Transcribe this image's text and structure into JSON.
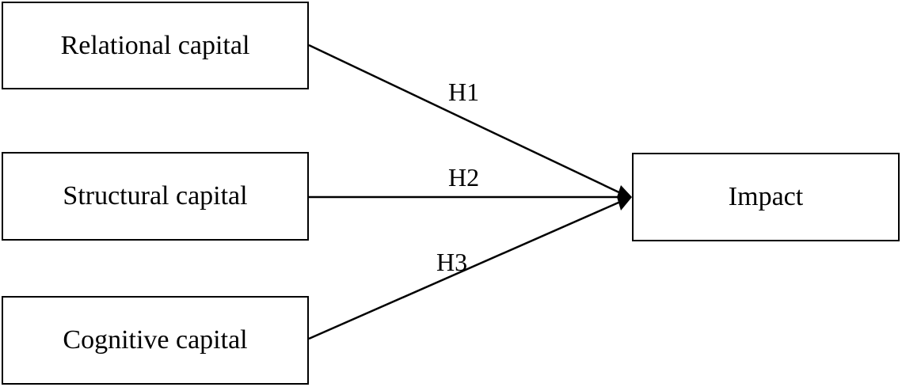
{
  "diagram": {
    "nodes": {
      "relational": "Relational capital",
      "structural": "Structural capital",
      "cognitive": "Cognitive capital",
      "impact": "Impact"
    },
    "edges": [
      {
        "from": "relational",
        "to": "impact",
        "label": "H1"
      },
      {
        "from": "structural",
        "to": "impact",
        "label": "H2"
      },
      {
        "from": "cognitive",
        "to": "impact",
        "label": "H3"
      }
    ]
  }
}
